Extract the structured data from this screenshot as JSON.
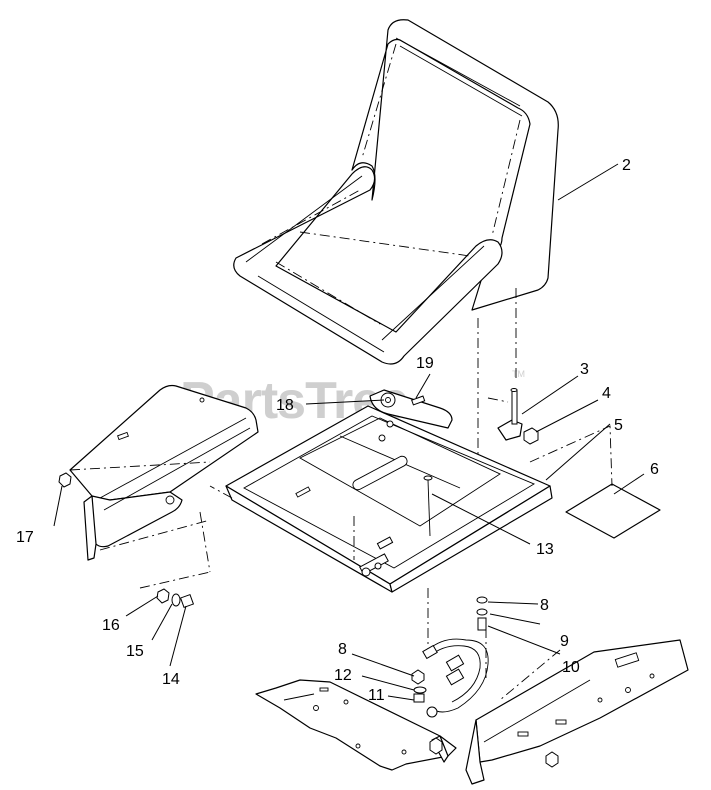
{
  "watermark": {
    "text": "PartsTree",
    "trademark": "TM"
  },
  "callouts": {
    "c2": "2",
    "c3": "3",
    "c4": "4",
    "c5": "5",
    "c6": "6",
    "c8a": "8",
    "c9": "9",
    "c10": "10",
    "c8b": "8",
    "c12": "12",
    "c11": "11",
    "c13": "13",
    "c14": "14",
    "c15": "15",
    "c16": "16",
    "c17": "17",
    "c18": "18",
    "c19": "19"
  }
}
